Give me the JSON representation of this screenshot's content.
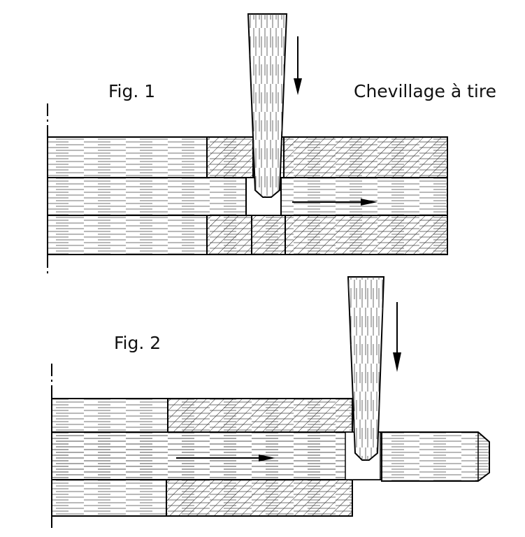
{
  "labels": {
    "fig1": "Fig. 1",
    "fig2": "Fig. 2",
    "title": "Chevillage à tire"
  }
}
